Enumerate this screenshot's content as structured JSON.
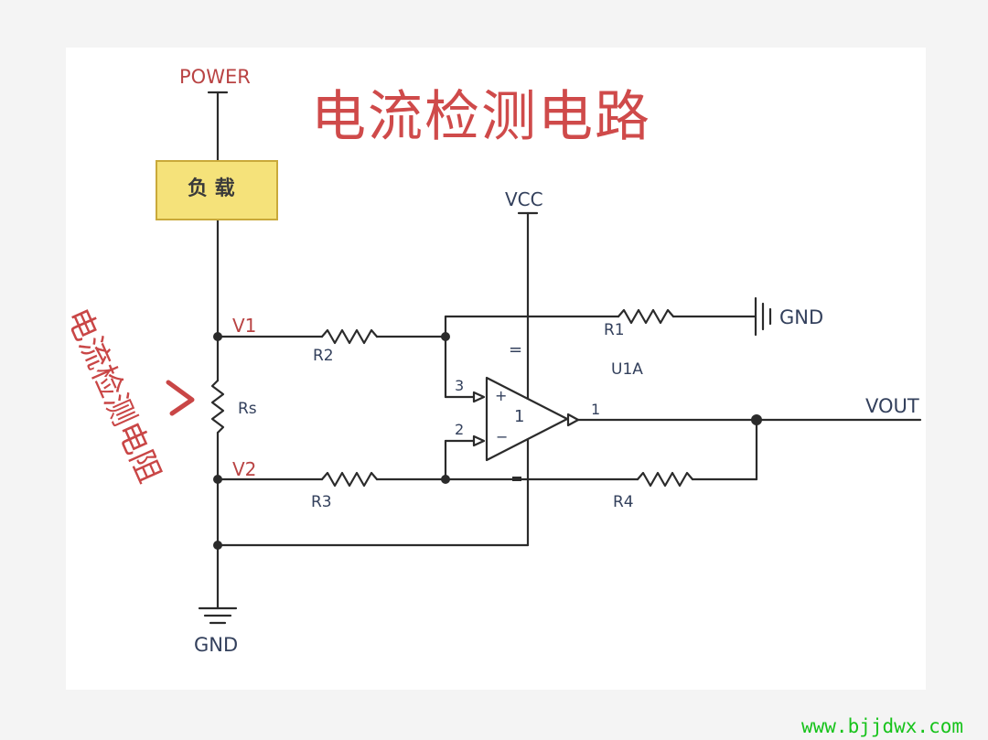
{
  "diagram": {
    "title": "电流检测电路",
    "sense_resistor_caption": "电流检测电阻",
    "load_label": "负 载",
    "nets": {
      "power": "POWER",
      "vcc": "VCC",
      "gnd_right": "GND",
      "gnd_bottom": "GND",
      "v1": "V1",
      "v2": "V2",
      "vout": "VOUT"
    },
    "components": {
      "r1": "R1",
      "r2": "R2",
      "r3": "R3",
      "r4": "R4",
      "rs": "Rs",
      "opamp": "U1A"
    },
    "opamp_pins": {
      "noninv_pin": "3",
      "inv_pin": "2",
      "out_pin": "1",
      "plus_sign": "+",
      "minus_sign": "−",
      "unit": "1",
      "supply_mark": "="
    },
    "colors": {
      "wire": "#2b2b2b",
      "red_text": "#cf4a4a",
      "load_fill": "#f5e27a",
      "load_border": "#c9a93a",
      "watermark": "#17c31b"
    }
  },
  "watermark": "www.bjjdwx.com"
}
